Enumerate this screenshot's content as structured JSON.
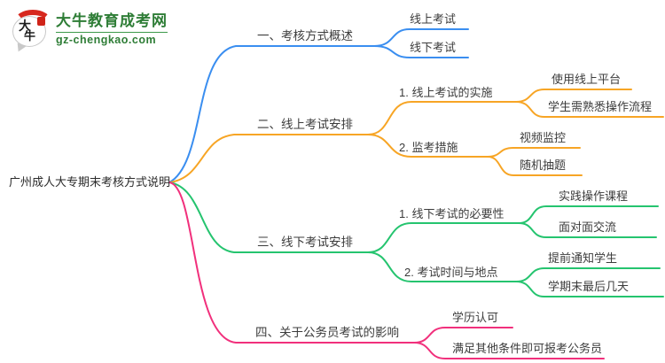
{
  "logo": {
    "icon_chars": {
      "first": "大",
      "second": "牛"
    },
    "site_name": "大牛教育成考网",
    "site_url": "gz-chengkao.com",
    "brand_green": "#2e7d36",
    "seal_red": "#d7281e"
  },
  "root": {
    "label": "广州成人大专期末考核方式说明"
  },
  "branches": [
    {
      "label": "一、考核方式概述",
      "color": "#3a8ef0",
      "children": [
        {
          "label": "线上考试"
        },
        {
          "label": "线下考试"
        }
      ]
    },
    {
      "label": "二、线上考试安排",
      "color": "#f7a525",
      "children": [
        {
          "label": "1. 线上考试的实施",
          "children": [
            {
              "label": "使用线上平台"
            },
            {
              "label": "学生需熟悉操作流程"
            }
          ]
        },
        {
          "label": "2. 监考措施",
          "children": [
            {
              "label": "视频监控"
            },
            {
              "label": "随机抽题"
            }
          ]
        }
      ]
    },
    {
      "label": "三、线下考试安排",
      "color": "#25c46f",
      "children": [
        {
          "label": "1. 线下考试的必要性",
          "children": [
            {
              "label": "实践操作课程"
            },
            {
              "label": "面对面交流"
            }
          ]
        },
        {
          "label": "2. 考试时间与地点",
          "children": [
            {
              "label": "提前通知学生"
            },
            {
              "label": "学期末最后几天"
            }
          ]
        }
      ]
    },
    {
      "label": "四、关于公务员考试的影响",
      "color": "#f1307c",
      "children": [
        {
          "label": "学历认可"
        },
        {
          "label": "满足其他条件即可报考公务员"
        }
      ]
    }
  ]
}
